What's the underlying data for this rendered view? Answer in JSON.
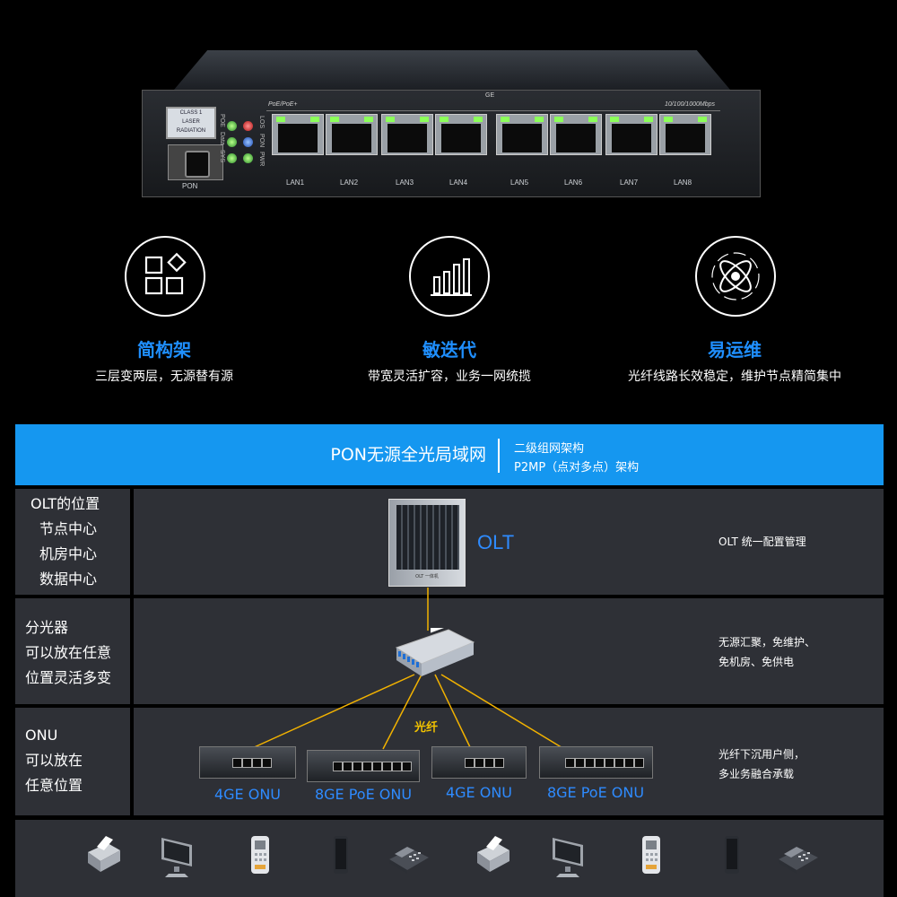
{
  "device": {
    "warning_lines": [
      "CLASS 1",
      "LASER",
      "RADIATION"
    ],
    "pon_label": "PON",
    "led_labels": [
      "POE",
      "Data",
      "SYS"
    ],
    "led_labels_right": [
      "LOS",
      "PON",
      "PWR"
    ],
    "poe_label": "PoE/PoE+",
    "ge_label": "GE",
    "speed_label": "10/100/1000Mbps",
    "lan_labels": [
      "LAN1",
      "LAN2",
      "LAN3",
      "LAN4",
      "LAN5",
      "LAN6",
      "LAN7",
      "LAN8"
    ]
  },
  "features": [
    {
      "icon": "blocks-icon",
      "title": "简构架",
      "desc": "三层变两层，无源替有源"
    },
    {
      "icon": "bar-chart-icon",
      "title": "敏迭代",
      "desc": "带宽灵活扩容，业务一网统揽"
    },
    {
      "icon": "atom-icon",
      "title": "易运维",
      "desc": "光纤线路长效稳定，维护节点精简集中"
    }
  ],
  "banner": {
    "left": "PON无源全光局域网",
    "right_line1": "二级组网架构",
    "right_line2": "P2MP（点对多点）架构"
  },
  "rows": {
    "olt": {
      "left_lines": [
        "OLT的位置",
        "节点中心",
        "机房中心",
        "数据中心"
      ],
      "center_label": "OLT",
      "cabinet_label": "OLT 一体机",
      "note_lines": [
        "OLT 统一配置管理"
      ]
    },
    "splitter": {
      "left_lines": [
        "分光器",
        "可以放在任意",
        "位置灵活多变"
      ],
      "note_lines": [
        "无源汇聚，免维护、",
        "免机房、免供电"
      ]
    },
    "onu": {
      "left_lines": [
        "ONU",
        "可以放在",
        "任意位置"
      ],
      "fiber_label": "光纤",
      "devices": [
        "4GE ONU",
        "8GE PoE ONU",
        "4GE ONU",
        "8GE PoE ONU"
      ],
      "note_lines": [
        "光纤下沉用户侧，",
        "多业务融合承载"
      ]
    }
  },
  "endpoints": [
    "printer-icon",
    "monitor-icon",
    "phone-icon",
    "mobile-icon",
    "ip-phone-icon",
    "printer-icon",
    "monitor-icon",
    "phone-icon",
    "mobile-icon",
    "ip-phone-icon"
  ],
  "colors": {
    "accent": "#1597f0",
    "title_blue": "#1f8fff",
    "fiber": "#f2b200",
    "onu_label": "#2e8bff"
  }
}
